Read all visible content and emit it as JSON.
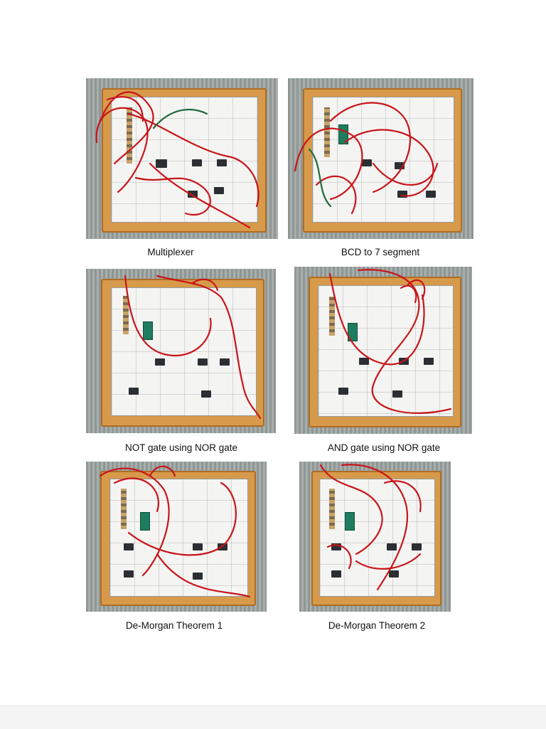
{
  "figures": [
    {
      "caption": "Multiplexer",
      "photo": "trainer-board-photo",
      "wire_color": "#c8141a"
    },
    {
      "caption": "BCD to 7 segment",
      "photo": "trainer-board-photo",
      "wire_color": "#c8141a"
    },
    {
      "caption": "NOT gate using NOR gate",
      "photo": "trainer-board-photo",
      "wire_color": "#c8141a"
    },
    {
      "caption": "AND gate using NOR gate",
      "photo": "trainer-board-photo",
      "wire_color": "#c8141a"
    },
    {
      "caption": "De-Morgan Theorem 1",
      "photo": "trainer-board-photo",
      "wire_color": "#c8141a"
    },
    {
      "caption": "De-Morgan Theorem 2",
      "photo": "trainer-board-photo",
      "wire_color": "#c8141a"
    }
  ],
  "colors": {
    "board_frame": "#d79a4a",
    "panel": "#f4f5f2",
    "wire": "#c8141a",
    "background": "#ffffff"
  }
}
